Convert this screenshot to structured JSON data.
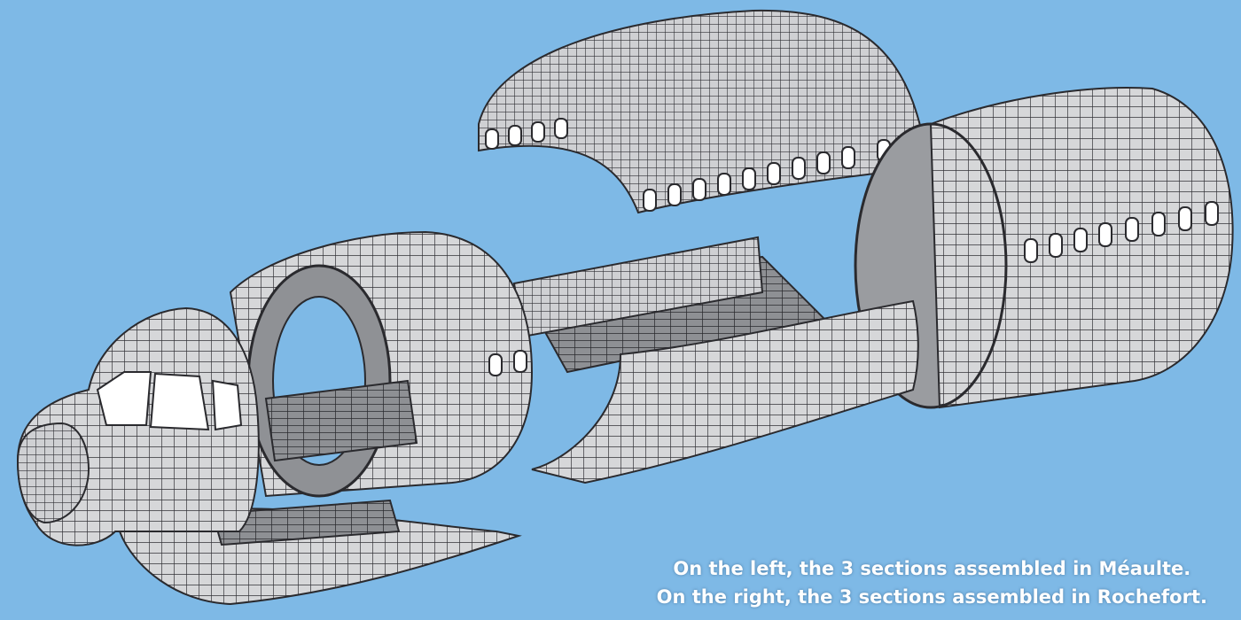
{
  "caption": {
    "line1": "On the left, the 3 sections assembled in Méaulte.",
    "line2": "On the right, the 3 sections assembled in Rochefort."
  },
  "colors": {
    "background": "#7eb9e6",
    "metal": "#d9dadc",
    "metal_dark": "#8a8c90",
    "line": "#2a2a2e",
    "caption_text": "#ffffff"
  },
  "scene": {
    "subject": "exploded wireframe of aircraft fuselage sections",
    "parts": [
      "nose-section",
      "forward-barrel",
      "lower-fuselage-panel",
      "floor-grid",
      "mid-lower-panel",
      "upper-crown-panel",
      "rear-barrel"
    ]
  }
}
